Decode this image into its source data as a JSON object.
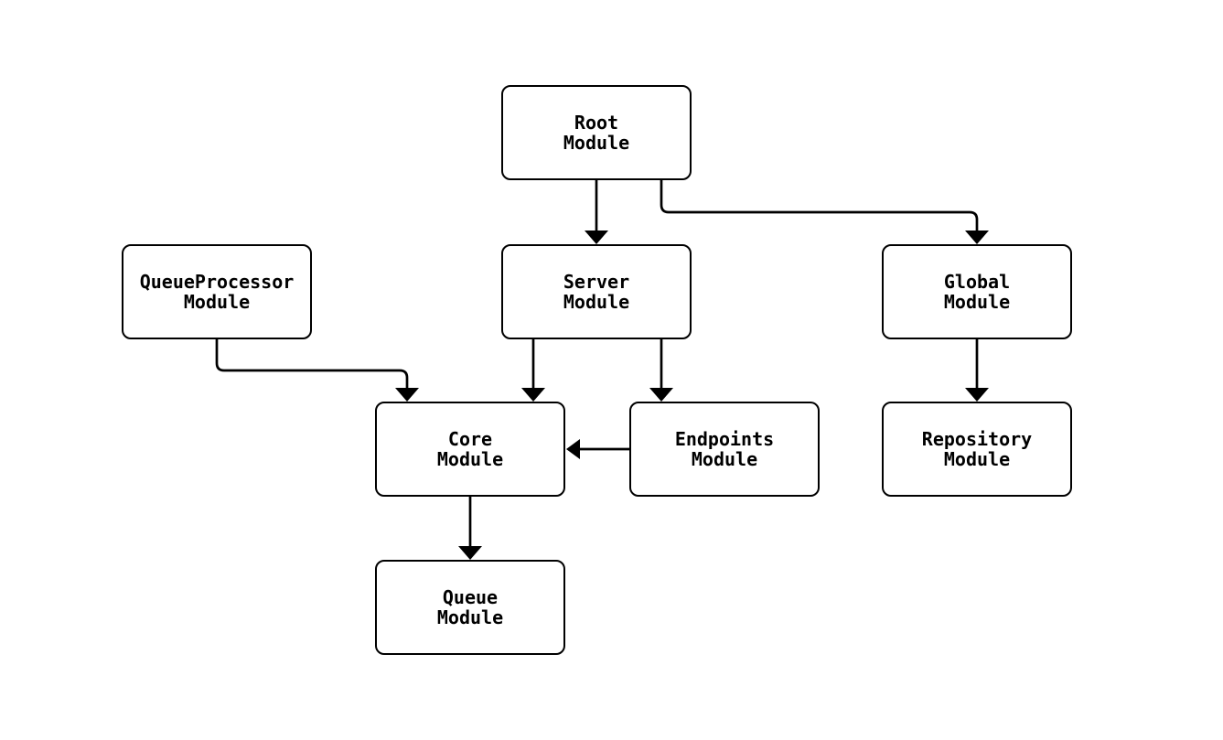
{
  "diagram": {
    "type": "module-dependency-graph",
    "colors": {
      "background": "#ffffff",
      "node_fill": "#ffffff",
      "node_border": "#000000",
      "edge_stroke": "#000000",
      "text": "#000000"
    },
    "nodes": {
      "root": {
        "label": "Root\nModule"
      },
      "queueprocessor": {
        "label": "QueueProcessor\nModule"
      },
      "server": {
        "label": "Server\nModule"
      },
      "global": {
        "label": "Global\nModule"
      },
      "core": {
        "label": "Core\nModule"
      },
      "endpoints": {
        "label": "Endpoints\nModule"
      },
      "repository": {
        "label": "Repository\nModule"
      },
      "queue": {
        "label": "Queue\nModule"
      }
    },
    "edges": [
      {
        "from": "Root Module",
        "to": "Server Module"
      },
      {
        "from": "Root Module",
        "to": "Global Module"
      },
      {
        "from": "QueueProcessor Module",
        "to": "Core Module"
      },
      {
        "from": "Server Module",
        "to": "Core Module"
      },
      {
        "from": "Server Module",
        "to": "Endpoints Module"
      },
      {
        "from": "Endpoints Module",
        "to": "Core Module"
      },
      {
        "from": "Global Module",
        "to": "Repository Module"
      },
      {
        "from": "Core Module",
        "to": "Queue Module"
      }
    ]
  }
}
